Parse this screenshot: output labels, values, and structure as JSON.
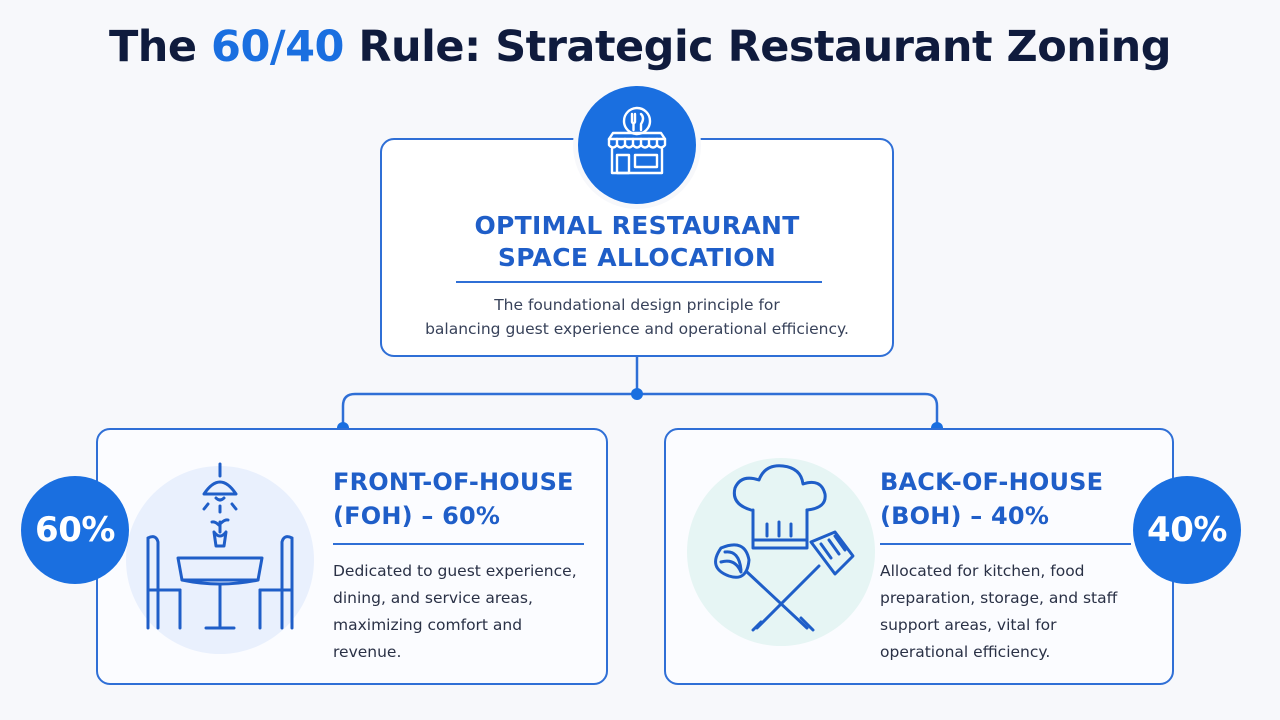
{
  "title": {
    "prefix": "The ",
    "accent": "60/40",
    "suffix": " Rule: Strategic Restaurant Zoning"
  },
  "overview": {
    "icon": "restaurant-storefront-icon",
    "heading_line1": "OPTIMAL RESTAURANT",
    "heading_line2": "SPACE ALLOCATION",
    "desc_line1": "The foundational design principle for",
    "desc_line2": "balancing guest experience and operational efficiency."
  },
  "foh": {
    "badge": "60%",
    "share": 0.6,
    "icon": "dining-table-icon",
    "heading_line1": "FRONT-OF-HOUSE",
    "heading_line2": "(FOH) – 60%",
    "desc_lines": [
      "Dedicated to guest experience,",
      "dining, and service areas,",
      "maximizing comfort and",
      "revenue."
    ]
  },
  "boh": {
    "badge": "40%",
    "share": 0.4,
    "icon": "chef-hat-utensils-icon",
    "heading_line1": "BACK-OF-HOUSE",
    "heading_line2": "(BOH) – 40%",
    "desc_lines": [
      "Allocated for kitchen, food",
      "preparation, storage, and staff",
      "support areas, vital for",
      "operational efficiency."
    ]
  },
  "colors": {
    "accent": "#1a6fe0",
    "heading_blue": "#1f5ec8",
    "border": "#2f6fd6",
    "title_dark": "#0f1b3d",
    "foh_tint": "#e9f0fd",
    "boh_tint": "#e6f5f4"
  }
}
